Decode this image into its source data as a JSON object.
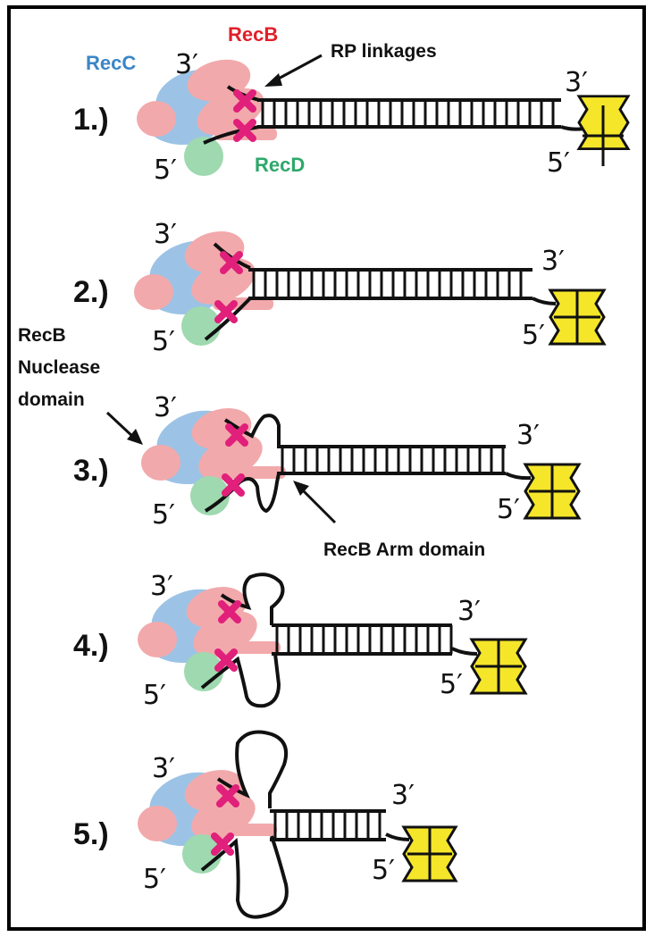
{
  "labels": {
    "recB": "RecB",
    "recC": "RecC",
    "recD": "RecD",
    "rp_linkages": "RP linkages",
    "nuclease_line1": "RecB",
    "nuclease_line2": "Nuclease",
    "nuclease_line3": "domain",
    "arm_domain": "RecB Arm domain"
  },
  "colors": {
    "recB": "#e0202a",
    "recC": "#3b86c6",
    "recD": "#2ea86a",
    "recB_fill": "#f2a9ab",
    "recC_fill": "#9cc3e6",
    "recD_fill": "#9ed9b0",
    "crosslink": "#e0207a",
    "block": "#f5e62a"
  },
  "steps": [
    {
      "label": "1.)",
      "three_prime": "3′",
      "five_prime": "5′",
      "end_three": "3′",
      "end_five": "5′"
    },
    {
      "label": "2.)",
      "three_prime": "3′",
      "five_prime": "5′",
      "end_three": "3′",
      "end_five": "5′"
    },
    {
      "label": "3.)",
      "three_prime": "3′",
      "five_prime": "5′",
      "end_three": "3′",
      "end_five": "5′"
    },
    {
      "label": "4.)",
      "three_prime": "3′",
      "five_prime": "5′",
      "end_three": "3′",
      "end_five": "5′"
    },
    {
      "label": "5.)",
      "three_prime": "3′",
      "five_prime": "5′",
      "end_three": "3′",
      "end_five": "5′"
    }
  ]
}
